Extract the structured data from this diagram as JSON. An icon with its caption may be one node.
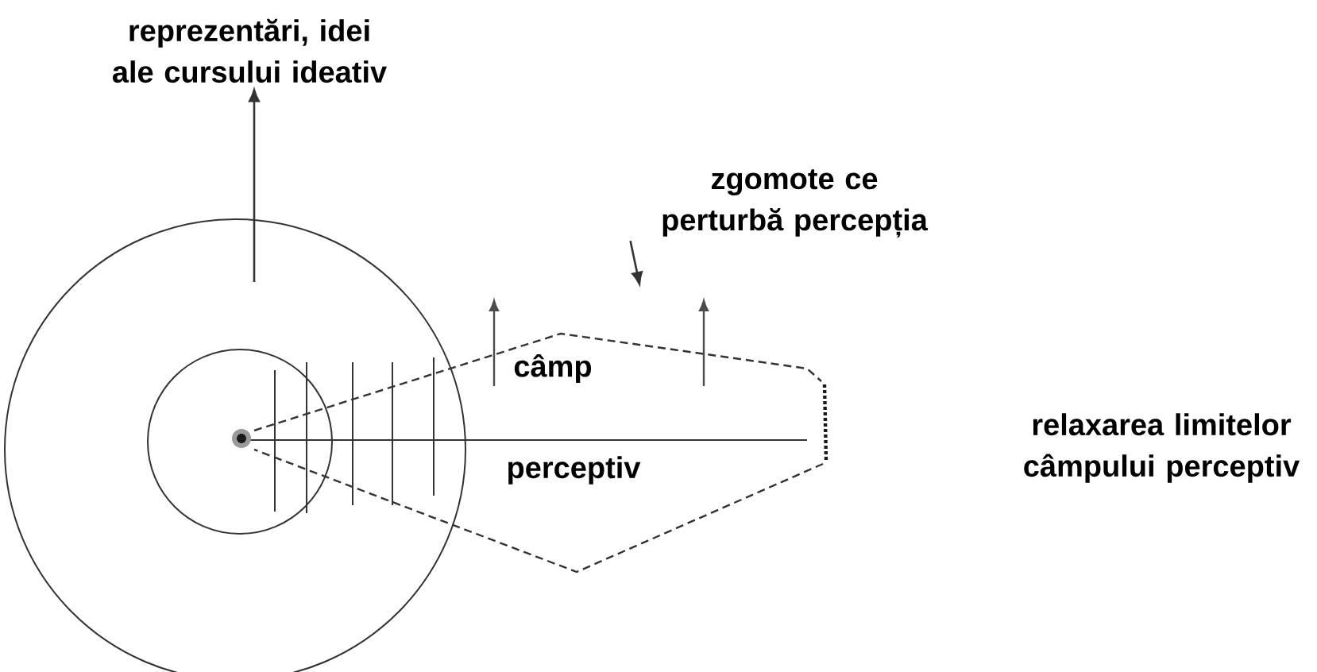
{
  "diagram": {
    "nodes": [
      {
        "text": [
          "reprezentări, idei ale cursului ideativ"
        ]
      },
      {
        "text": [],
        "shape": "circle"
      },
      {
        "text": [],
        "shape": "circle",
        "in": 1
      },
      {
        "text": [
          "zgomote ce perturbă percepția"
        ]
      }
    ],
    "edges": [
      {
        "from": 1,
        "to": 0,
        "arrow": "to"
      },
      {
        "from": 3,
        "to": null,
        "arrow": "to"
      }
    ],
    "labels": [
      "câmp",
      "perceptiv",
      "relaxarea limitelor câmpului perceptiv"
    ]
  }
}
